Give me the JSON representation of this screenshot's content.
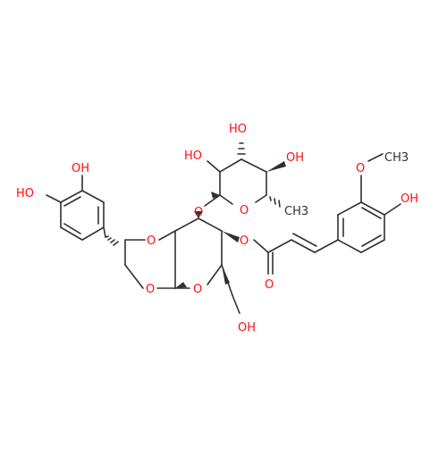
{
  "molecule": {
    "atom_labels": {
      "oh_catechol_top": "OH",
      "ho_catechol_left": "HO",
      "o_dioxane_top": "O",
      "o_dioxane_bottom": "O",
      "o_pyran_ring": "O",
      "oh_ch2oh": "OH",
      "o_glycosidic": "O",
      "ho_rham_left": "HO",
      "ho_rham_top": "HO",
      "oh_rham_right": "OH",
      "o_rham_ring": "O",
      "ch3_rham": "CH3",
      "o_ester": "O",
      "o_carbonyl": "O",
      "o_methoxy": "O",
      "ch3_methoxy": "CH3",
      "oh_ferulic": "OH"
    },
    "colors": {
      "oxygen": "#ff0d0d",
      "carbon": "#303030",
      "background": "#ffffff"
    }
  }
}
